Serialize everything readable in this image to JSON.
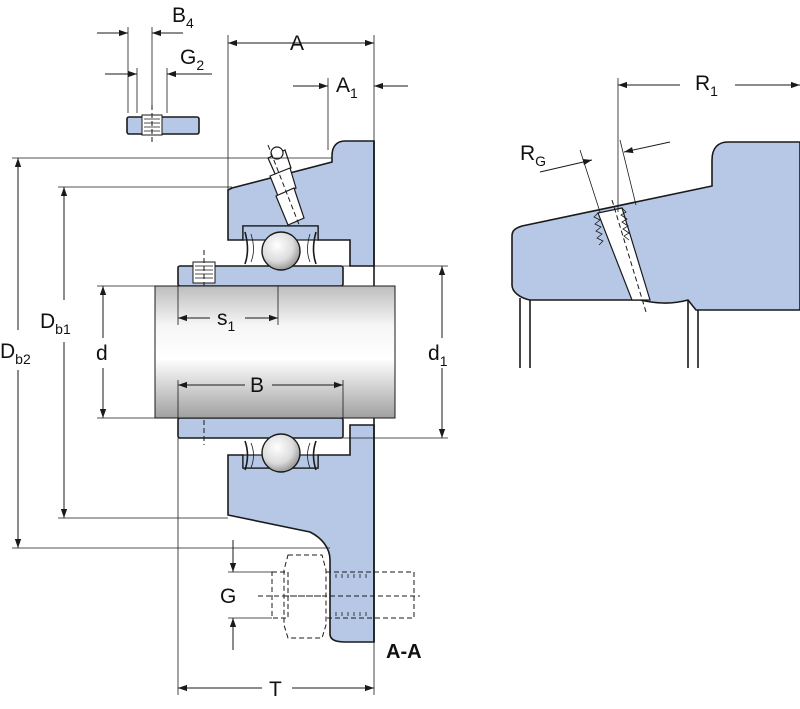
{
  "labels": {
    "B4": {
      "main": "B",
      "sub": "4"
    },
    "G2": {
      "main": "G",
      "sub": "2"
    },
    "A": "A",
    "A1": {
      "main": "A",
      "sub": "1"
    },
    "R1": {
      "main": "R",
      "sub": "1"
    },
    "RG": {
      "main": "R",
      "sub": "G"
    },
    "Db1": {
      "main": "D",
      "sub": "b1"
    },
    "Db2": {
      "main": "D",
      "sub": "b2"
    },
    "d": "d",
    "d1": {
      "main": "d",
      "sub": "1"
    },
    "s1": {
      "main": "s",
      "sub": "1"
    },
    "B": "B",
    "G": "G",
    "T": "T",
    "section": "A-A"
  },
  "colors": {
    "part_fill": "#b6c8e6",
    "shaft_light": "#f4f4f4",
    "shaft_dark": "#a8a8a8",
    "line": "#1a1a1a"
  }
}
